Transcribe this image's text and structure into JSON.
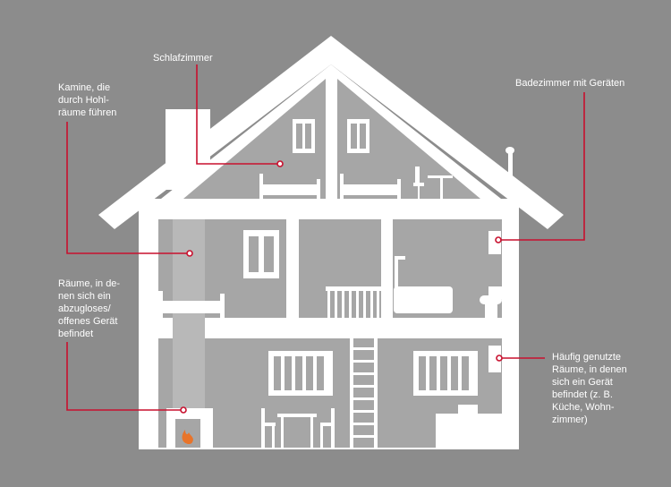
{
  "colors": {
    "background": "#8c8c8c",
    "house": "#ffffff",
    "room": "#a6a6a6",
    "chimney_shaft": "#b8b8b8",
    "leader": "#c8102e"
  },
  "labels": {
    "schlafzimmer": [
      "Schlafzimmer"
    ],
    "kamine": [
      "Kamine, die",
      "durch Hohl-",
      "räume führen"
    ],
    "offenes_geraet": [
      "Räume, in de-",
      "nen sich ein",
      "abzugloses/",
      "offenes Gerät",
      "befindet"
    ],
    "badezimmer": [
      "Badezimmer mit Geräten"
    ],
    "haeufig": [
      "Häufig genutzte",
      "Räume, in denen",
      "sich ein Gerät",
      "befindet (z. B.",
      "Küche, Wohn-",
      "zimmer)"
    ]
  },
  "icons": [
    "house-icon",
    "fire-icon",
    "bed-icon",
    "bathtub-icon",
    "toilet-icon",
    "table-icon",
    "chair-icon",
    "stairs-icon",
    "window-icon"
  ]
}
